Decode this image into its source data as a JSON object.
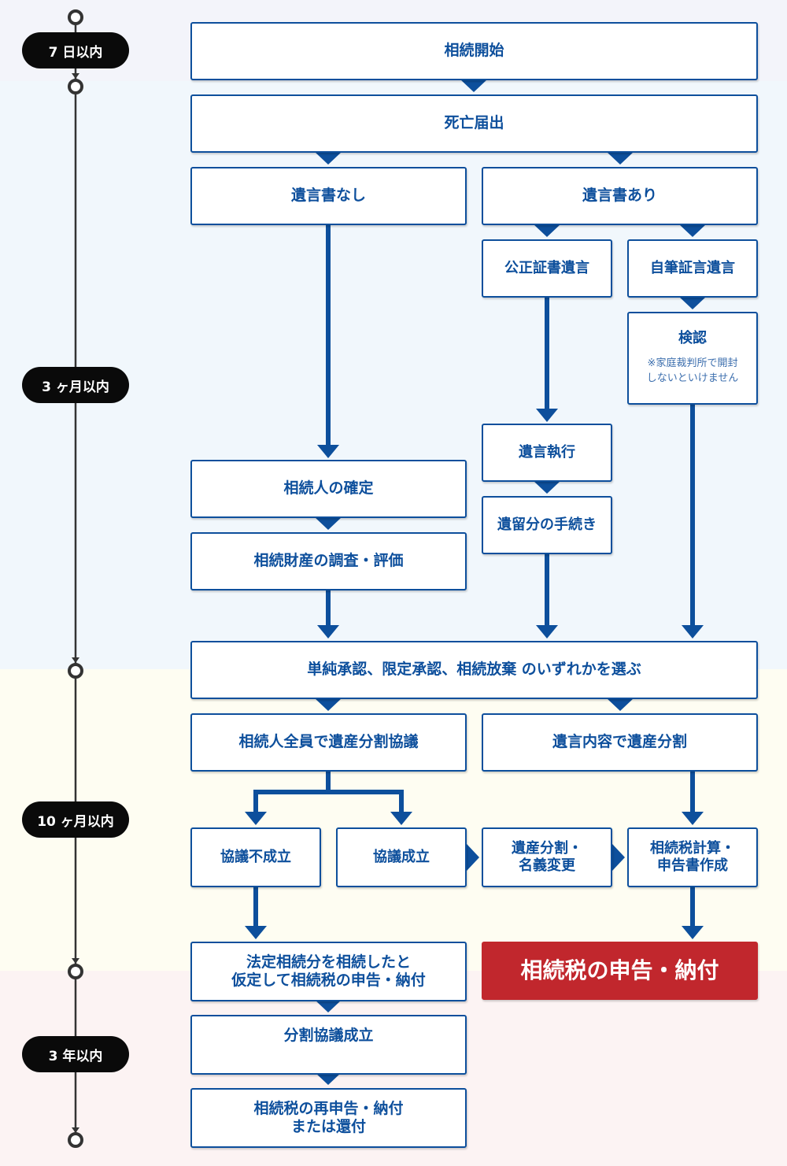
{
  "colors": {
    "primary": "#0d4f9c",
    "accent_red": "#c1272d",
    "timeline": "#333333",
    "band_1": "#f3f4fa",
    "band_2": "#f1f7fc",
    "band_3": "#fefdf2",
    "band_4": "#fcf3f3"
  },
  "timeline": {
    "periods": [
      "7 日以内",
      "3 ヶ月以内",
      "10 ヶ月以内",
      "3 年以内"
    ]
  },
  "boxes": {
    "start": "相続開始",
    "death_notice": "死亡届出",
    "no_will": "遺言書なし",
    "has_will": "遺言書あり",
    "notarized_will": "公正証書遺言",
    "holographic_will": "自筆証言遺言",
    "probate": "検認",
    "probate_note_1": "※家庭裁判所で開封",
    "probate_note_2": "しないといけません",
    "heir_confirm": "相続人の確定",
    "estate_survey": "相続財産の調査・評価",
    "will_execution": "遺言執行",
    "reserved_share": "遺留分の手続き",
    "choose_acceptance": "単純承認、限定承認、相続放棄 のいずれかを選ぶ",
    "all_heirs_division": "相続人全員で遺産分割協議",
    "will_division": "遺言内容で遺産分割",
    "negotiation_failed": "協議不成立",
    "negotiation_succeeded": "協議成立",
    "transfer_line1": "遺産分割・",
    "transfer_line2": "名義変更",
    "tax_calc_line1": "相続税計算・",
    "tax_calc_line2": "申告書作成",
    "provisional_line1": "法定相続分を相続したと",
    "provisional_line2": "仮定して相続税の申告・納付",
    "tax_filing": "相続税の申告・納付",
    "division_agreed": "分割協議成立",
    "refiling_line1": "相続税の再申告・納付",
    "refiling_line2": "または還付"
  }
}
